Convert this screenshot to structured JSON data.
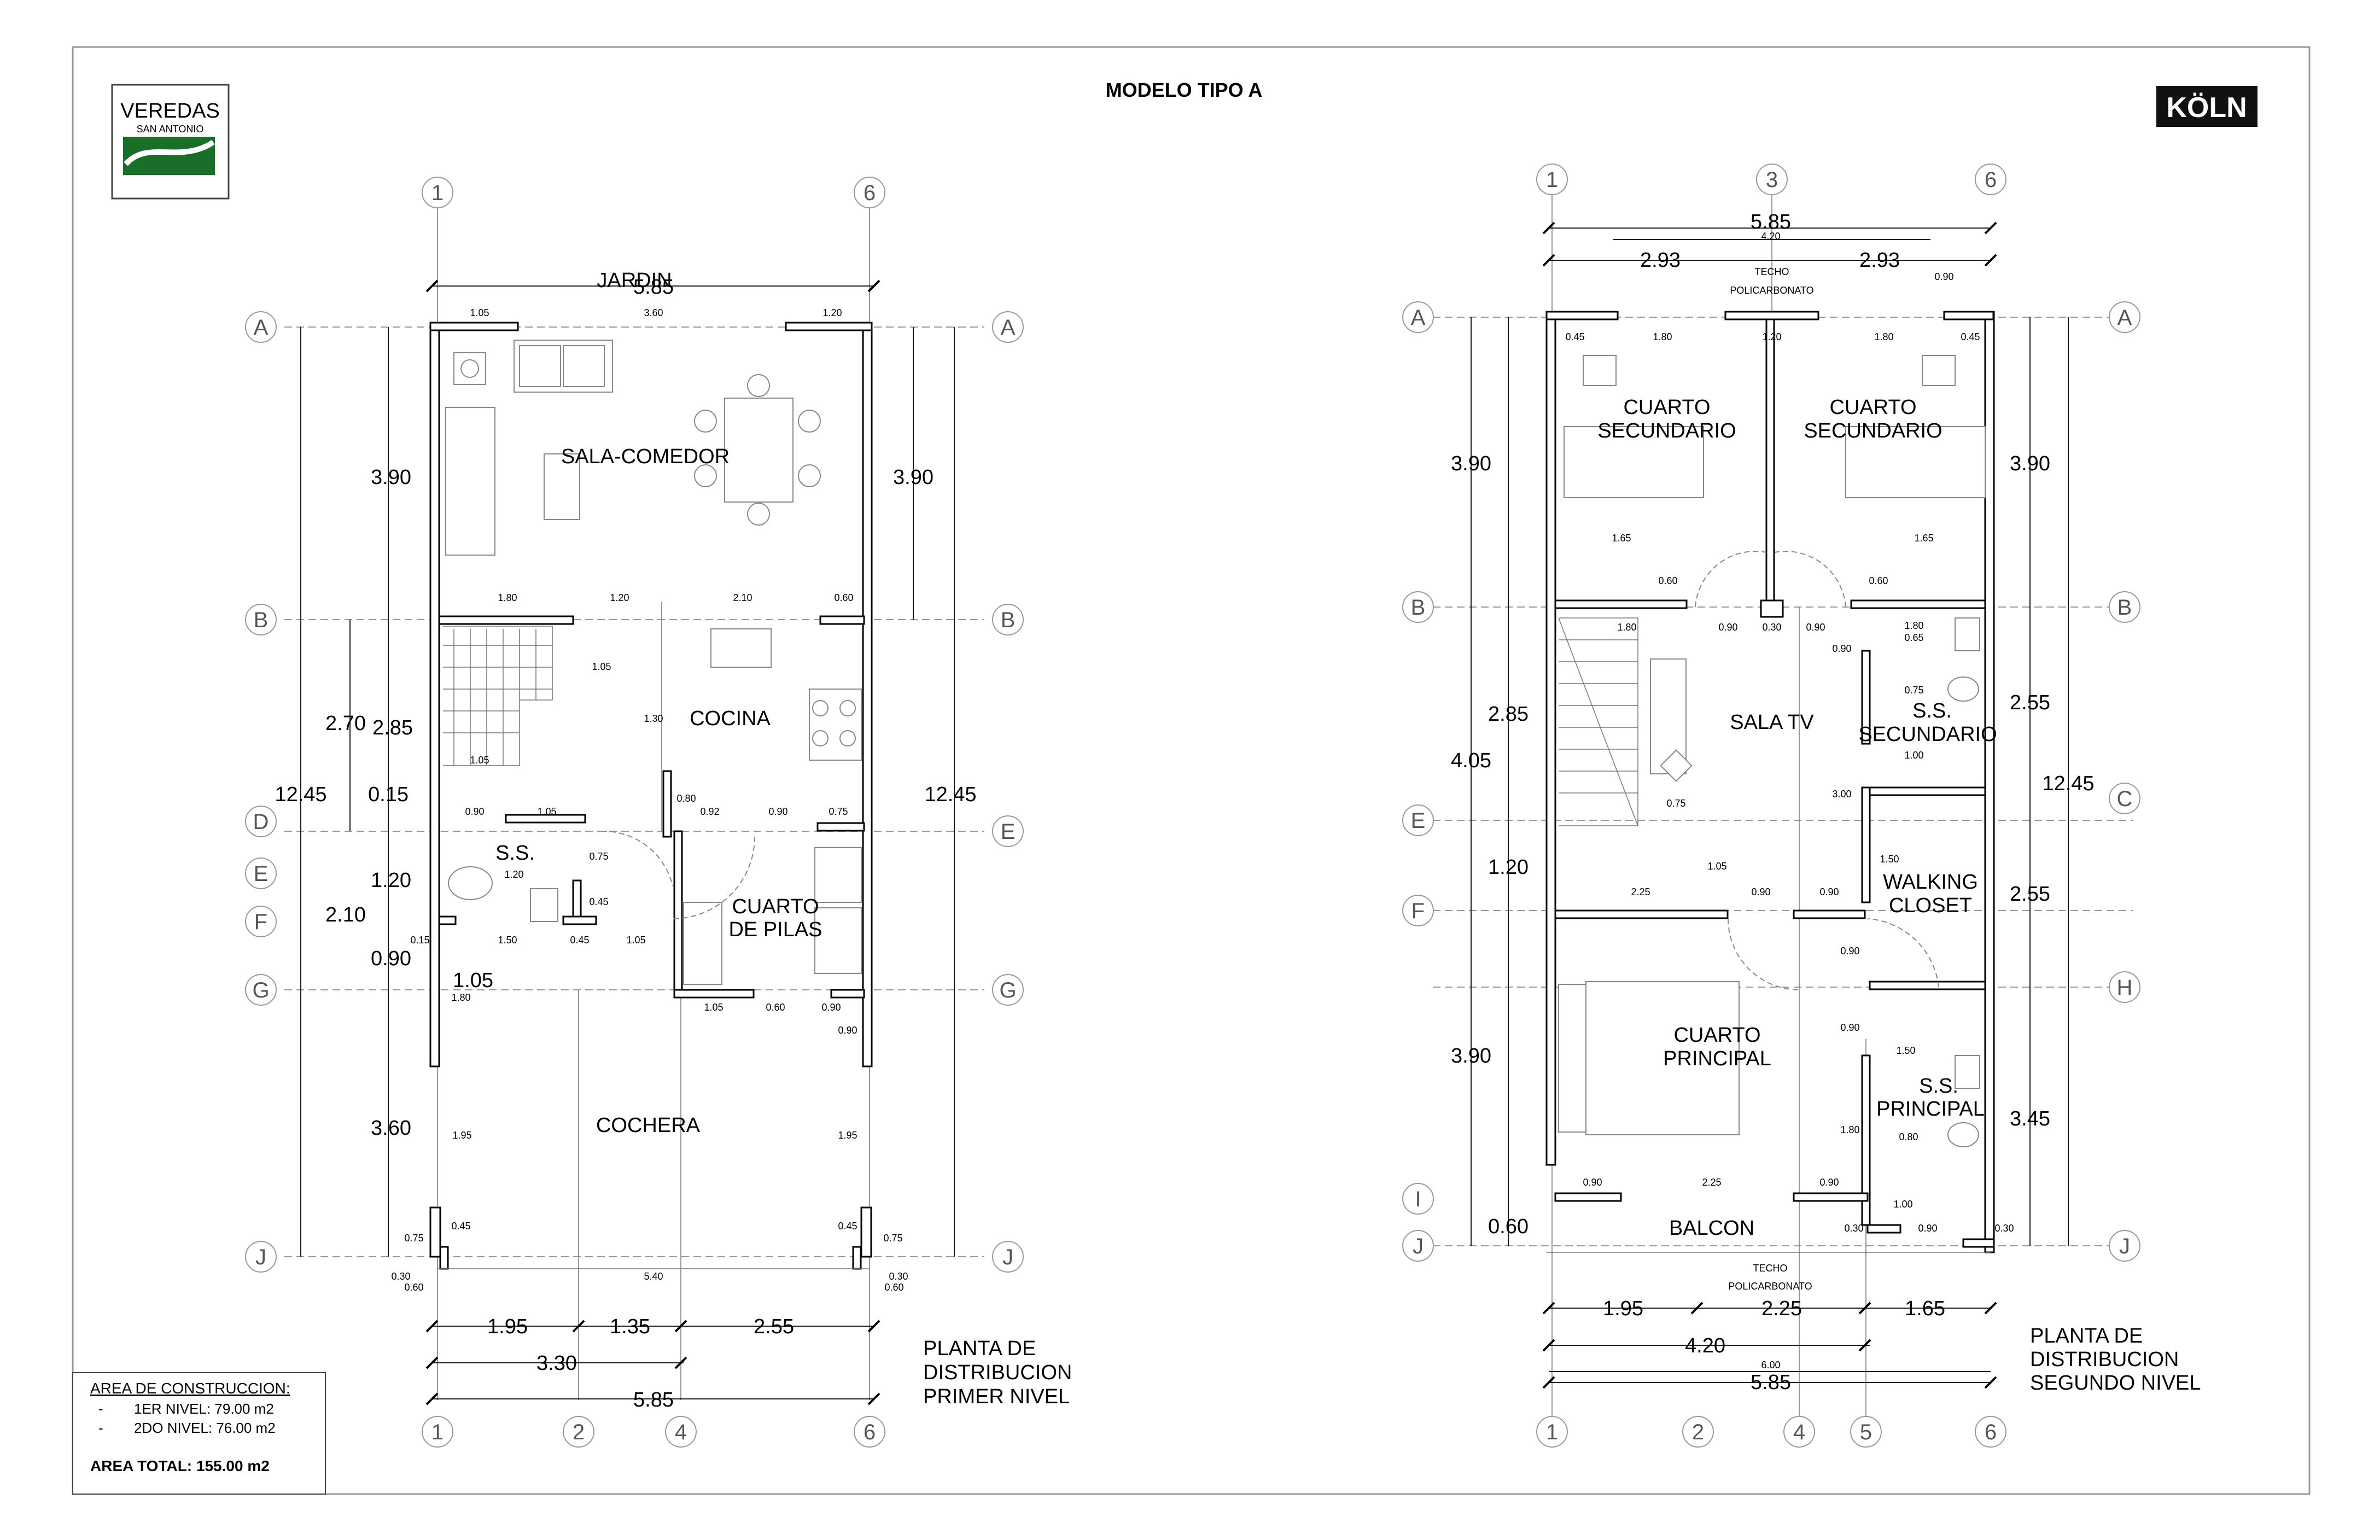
{
  "title": "MODELO TIPO A",
  "logo_left": {
    "line1": "VEREDAS",
    "line2": "SAN ANTONIO"
  },
  "logo_right": "KÖLN",
  "first_floor": {
    "caption": [
      "PLANTA DE",
      "DISTRIBUCION",
      "PRIMER NIVEL"
    ],
    "rooms": {
      "jardin": "JARDIN",
      "sala": "SALA-COMEDOR",
      "cocina": "COCINA",
      "ss": "S.S.",
      "pilas1": "CUARTO",
      "pilas2": "DE PILAS",
      "cochera": "COCHERA"
    },
    "axes_top": [
      "1",
      "6"
    ],
    "axes_bottom": [
      "1",
      "2",
      "4",
      "6"
    ],
    "axes_left": [
      "A",
      "B",
      "D",
      "E",
      "F",
      "G",
      "J"
    ],
    "axes_right": [
      "A",
      "B",
      "E",
      "G",
      "J"
    ],
    "dims": {
      "top_total": "5.85",
      "top_a": "1.05",
      "top_b": "3.60",
      "top_c": "1.20",
      "left_ab": "3.90",
      "right_ab": "3.90",
      "d270": "2.70",
      "d285": "2.85",
      "d1245": "12.45",
      "d015": "0.15",
      "d120": "1.20",
      "d210": "2.10",
      "d090": "0.90",
      "d105": "1.05",
      "d360": "3.60",
      "right_1245": "12.45",
      "b_195": "1.95",
      "b_135": "1.35",
      "b_255": "2.55",
      "b_330": "3.30",
      "b_585": "5.85",
      "s_180": "1.80",
      "s_120": "1.20",
      "s_210": "2.10",
      "s_060": "0.60",
      "s_105a": "1.05",
      "s_130": "1.30",
      "s_105b": "1.05",
      "s_080": "0.80",
      "s_092": "0.92",
      "s_090": "0.90",
      "s_075": "0.75",
      "s_090b": "0.90",
      "s_105c": "1.05",
      "s_120b": "1.20",
      "s_075b": "0.75",
      "s_045": "0.45",
      "s_015": "0.15",
      "s_150": "1.50",
      "s_045b": "0.45",
      "s_105d": "1.05",
      "s_180b": "1.80",
      "s_105e": "1.05",
      "s_060b": "0.60",
      "s_090c": "0.90",
      "s_090d": "0.90",
      "s_195a": "1.95",
      "s_195b": "1.95",
      "s_075c": "0.75",
      "s_045c": "0.45",
      "s_045d": "0.45",
      "s_075d": "0.75",
      "s_030a": "0.30",
      "s_060c": "0.60",
      "s_540": "5.40",
      "s_030b": "0.30",
      "s_060d": "0.60"
    }
  },
  "second_floor": {
    "caption": [
      "PLANTA DE",
      "DISTRIBUCION",
      "SEGUNDO NIVEL"
    ],
    "rooms": {
      "cuarto_sec": "CUARTO",
      "cuarto_sec2": "SECUNDARIO",
      "sala_tv": "SALA TV",
      "ss_sec1": "S.S.",
      "ss_sec2": "SECUNDARIO",
      "walk1": "WALKING",
      "walk2": "CLOSET",
      "principal1": "CUARTO",
      "principal2": "PRINCIPAL",
      "ss_pri1": "S.S.",
      "ss_pri2": "PRINCIPAL",
      "balcon": "BALCON",
      "techo1": "TECHO",
      "techo2": "POLICARBONATO"
    },
    "axes_top": [
      "1",
      "3",
      "6"
    ],
    "axes_bottom": [
      "1",
      "2",
      "4",
      "5",
      "6"
    ],
    "axes_left": [
      "A",
      "B",
      "E",
      "F",
      "I",
      "J"
    ],
    "axes_right": [
      "A",
      "B",
      "C",
      "H",
      "J"
    ],
    "dims": {
      "top_585": "5.85",
      "top_420": "4.20",
      "top_293a": "2.93",
      "top_293b": "2.93",
      "top_090": "0.90",
      "s_045a": "0.45",
      "s_180a": "1.80",
      "s_120": "1.20",
      "s_180b": "1.80",
      "s_045b": "0.45",
      "left_390": "3.90",
      "right_390": "3.90",
      "s_165a": "1.65",
      "s_165b": "1.65",
      "s_060a": "0.60",
      "s_060b": "0.60",
      "s_180c": "1.80",
      "s_090a": "0.90",
      "s_030": "0.30",
      "s_090b": "0.90",
      "s_180d": "1.80",
      "s_065": "0.65",
      "s_090c": "0.90",
      "s_075a": "0.75",
      "s_100a": "1.00",
      "d285": "2.85",
      "d405": "4.05",
      "r_255a": "2.55",
      "r_1245": "12.45",
      "s_075b": "0.75",
      "s_300": "3.00",
      "d120": "1.20",
      "s_225a": "2.25",
      "s_105": "1.05",
      "s_090d": "0.90",
      "s_090e": "0.90",
      "s_150a": "1.50",
      "r_255b": "2.55",
      "s_090f": "0.90",
      "s_090g": "0.90",
      "s_150b": "1.50",
      "d390b": "3.90",
      "r_345": "3.45",
      "s_080": "0.80",
      "s_180e": "1.80",
      "s_090h": "0.90",
      "s_225b": "2.25",
      "s_090i": "0.90",
      "s_100b": "1.00",
      "d060": "0.60",
      "s_030a": "0.30",
      "s_090j": "0.90",
      "s_030b": "0.30",
      "b_195": "1.95",
      "b_225": "2.25",
      "b_165": "1.65",
      "b_420": "4.20",
      "b_600": "6.00",
      "b_585": "5.85"
    }
  },
  "area_box": {
    "title": "AREA DE CONSTRUCCION:",
    "line1": "1ER NIVEL: 79.00 m2",
    "line2": "2DO NIVEL: 76.00 m2",
    "total": "AREA TOTAL: 155.00 m2"
  }
}
